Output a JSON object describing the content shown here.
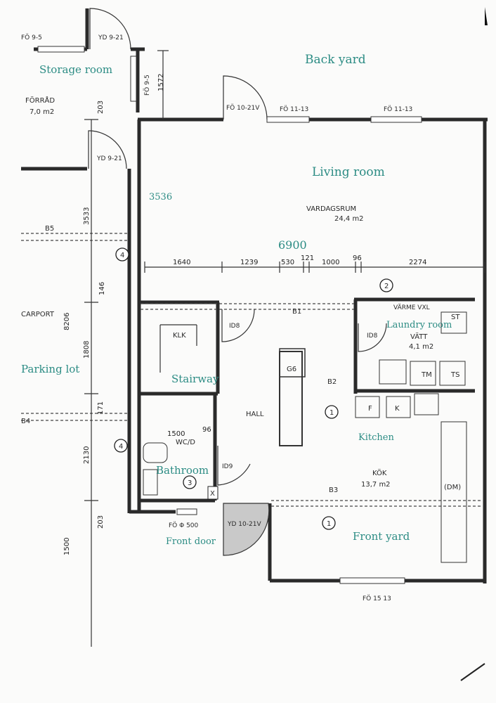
{
  "english_labels": {
    "storage_room": "Storage room",
    "back_yard": "Back yard",
    "living_room": "Living room",
    "laundry_room": "Laundry room",
    "parking_lot": "Parking lot",
    "stairway": "Stairway",
    "kitchen": "Kitchen",
    "bathroom": "Bathroom",
    "front_door": "Front door",
    "front_yard": "Front yard",
    "dim_3536": "3536",
    "dim_6900": "6900"
  },
  "room_labels": {
    "forrad": "FÖRRÅD",
    "forrad_area": "7,0 m2",
    "vardagsrum": "VARDAGSRUM",
    "vardagsrum_area": "24,4 m2",
    "carport": "CARPORT",
    "klk": "KLK",
    "hall": "HALL",
    "wc": "WC/D",
    "vatt": "VÄTT",
    "vatt_area": "4,1 m2",
    "kok": "KÖK",
    "kok_area": "13,7 m2",
    "b1": "B1",
    "b2": "B2",
    "b3": "B3",
    "b5": "B5",
    "b4": "B4",
    "g6": "G6",
    "f": "F",
    "k": "K",
    "tm": "TM",
    "ts": "TS",
    "st": "ST",
    "dm": "(DM)",
    "varmevxl": "VÄRME VXL"
  },
  "window_door_labels": {
    "fo95_top": "FÖ 9-5",
    "yd92_top": "YD 9-21",
    "fo95_vert": "FÖ 9-5",
    "fo1021v": "FÖ 10-21V",
    "fo1113_a": "FÖ 11-13",
    "fo1113_b": "FÖ 11-13",
    "yd921": "YD 9-21",
    "id8_top": "ID8",
    "id8_laundry": "ID8",
    "id9": "ID9",
    "fo500": "FÖ Φ 500",
    "yd1021v": "YD 10-21V",
    "fo1513": "FÖ 15 13"
  },
  "dimensions": {
    "d1572": "1572",
    "d203a": "203",
    "d3533": "3533",
    "d146": "146",
    "d8206": "8206",
    "d1808": "1808",
    "d171": "171",
    "d2130": "2130",
    "d203b": "203",
    "d1500v": "1500",
    "d1640": "1640",
    "d1239": "1239",
    "d530": "530",
    "d121": "121",
    "d1000": "1000",
    "d96a": "96",
    "d2274": "2274",
    "d1500h": "1500",
    "d96b": "96"
  },
  "markers": {
    "m1a": "1",
    "m1b": "1",
    "m2": "2",
    "m3": "3",
    "m4a": "4",
    "m4b": "4",
    "x": "X"
  }
}
